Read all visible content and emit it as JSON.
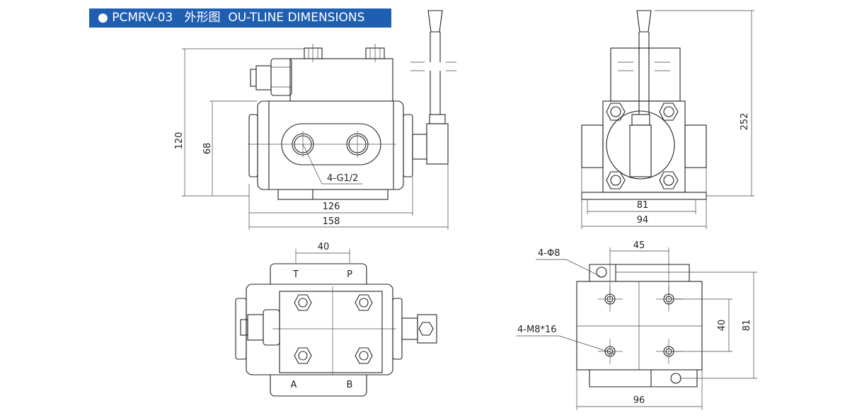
{
  "header": {
    "title": "● PCMRV-03   外形图  OU-TLINE DIMENSIONS"
  },
  "front_view": {
    "dim_height_total": "120",
    "dim_height_body": "68",
    "dim_width_body": "126",
    "dim_width_total": "158",
    "port_note": "4-G1/2"
  },
  "side_view": {
    "dim_height_total": "252",
    "dim_width_base": "81",
    "dim_width_total": "94"
  },
  "top_view": {
    "dim_port_spacing": "40",
    "port_T": "T",
    "port_P": "P",
    "port_A": "A",
    "port_B": "B"
  },
  "mounting_view": {
    "dim_horizontal": "45",
    "dim_vertical": "40",
    "dim_height": "81",
    "dim_width": "96",
    "hole_note": "4-Φ8",
    "thread_note": "4-M8*16"
  },
  "colors": {
    "header_bg": "#1f5fb2"
  }
}
